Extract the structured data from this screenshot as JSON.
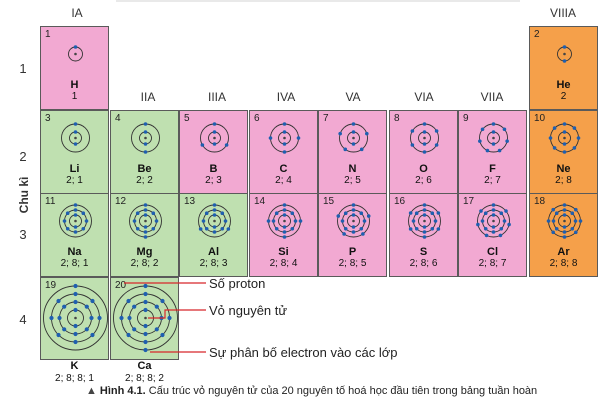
{
  "groups": [
    "IA",
    "IIA",
    "IIIA",
    "IVA",
    "VA",
    "VIA",
    "VIIA",
    "VIIIA"
  ],
  "periods": [
    "1",
    "2",
    "3",
    "4"
  ],
  "axis_label": "Chu kì",
  "elements": [
    {
      "z": "1",
      "symbol": "H",
      "config": "1",
      "shells": [
        1
      ],
      "color": "pink"
    },
    {
      "z": "2",
      "symbol": "He",
      "config": "2",
      "shells": [
        2
      ],
      "color": "orange"
    },
    {
      "z": "3",
      "symbol": "Li",
      "config": "2; 1",
      "shells": [
        2,
        1
      ],
      "color": "green"
    },
    {
      "z": "4",
      "symbol": "Be",
      "config": "2; 2",
      "shells": [
        2,
        2
      ],
      "color": "green"
    },
    {
      "z": "5",
      "symbol": "B",
      "config": "2; 3",
      "shells": [
        2,
        3
      ],
      "color": "pink"
    },
    {
      "z": "6",
      "symbol": "C",
      "config": "2; 4",
      "shells": [
        2,
        4
      ],
      "color": "pink"
    },
    {
      "z": "7",
      "symbol": "N",
      "config": "2; 5",
      "shells": [
        2,
        5
      ],
      "color": "pink"
    },
    {
      "z": "8",
      "symbol": "O",
      "config": "2; 6",
      "shells": [
        2,
        6
      ],
      "color": "pink"
    },
    {
      "z": "9",
      "symbol": "F",
      "config": "2; 7",
      "shells": [
        2,
        7
      ],
      "color": "pink"
    },
    {
      "z": "10",
      "symbol": "Ne",
      "config": "2; 8",
      "shells": [
        2,
        8
      ],
      "color": "orange"
    },
    {
      "z": "11",
      "symbol": "Na",
      "config": "2; 8; 1",
      "shells": [
        2,
        8,
        1
      ],
      "color": "green"
    },
    {
      "z": "12",
      "symbol": "Mg",
      "config": "2; 8; 2",
      "shells": [
        2,
        8,
        2
      ],
      "color": "green"
    },
    {
      "z": "13",
      "symbol": "Al",
      "config": "2; 8; 3",
      "shells": [
        2,
        8,
        3
      ],
      "color": "green"
    },
    {
      "z": "14",
      "symbol": "Si",
      "config": "2; 8; 4",
      "shells": [
        2,
        8,
        4
      ],
      "color": "pink"
    },
    {
      "z": "15",
      "symbol": "P",
      "config": "2; 8; 5",
      "shells": [
        2,
        8,
        5
      ],
      "color": "pink"
    },
    {
      "z": "16",
      "symbol": "S",
      "config": "2; 8; 6",
      "shells": [
        2,
        8,
        6
      ],
      "color": "pink"
    },
    {
      "z": "17",
      "symbol": "Cl",
      "config": "2; 8; 7",
      "shells": [
        2,
        8,
        7
      ],
      "color": "pink"
    },
    {
      "z": "18",
      "symbol": "Ar",
      "config": "2; 8; 8",
      "shells": [
        2,
        8,
        8
      ],
      "color": "orange"
    },
    {
      "z": "19",
      "symbol": "K",
      "config": "2; 8; 8; 1",
      "shells": [
        2,
        8,
        8,
        1
      ],
      "color": "green"
    },
    {
      "z": "20",
      "symbol": "Ca",
      "config": "2; 8; 8; 2",
      "shells": [
        2,
        8,
        8,
        2
      ],
      "color": "green"
    }
  ],
  "annotations": {
    "proton": "Số proton",
    "shell": "Vỏ nguyên tử",
    "distribution": "Sự phân bố electron vào các lớp"
  },
  "caption": {
    "label": "Hình 4.1.",
    "text": "Cấu trúc vỏ nguyên tử của 20 nguyên tố hoá học đầu tiên trong bảng tuần hoàn"
  },
  "colors": {
    "pink": "#f2a9d2",
    "green": "#bfe0b0",
    "orange": "#f5a04a",
    "electron": "#1f5fb0",
    "orbit": "#333333",
    "pointer": "#d8262b"
  }
}
